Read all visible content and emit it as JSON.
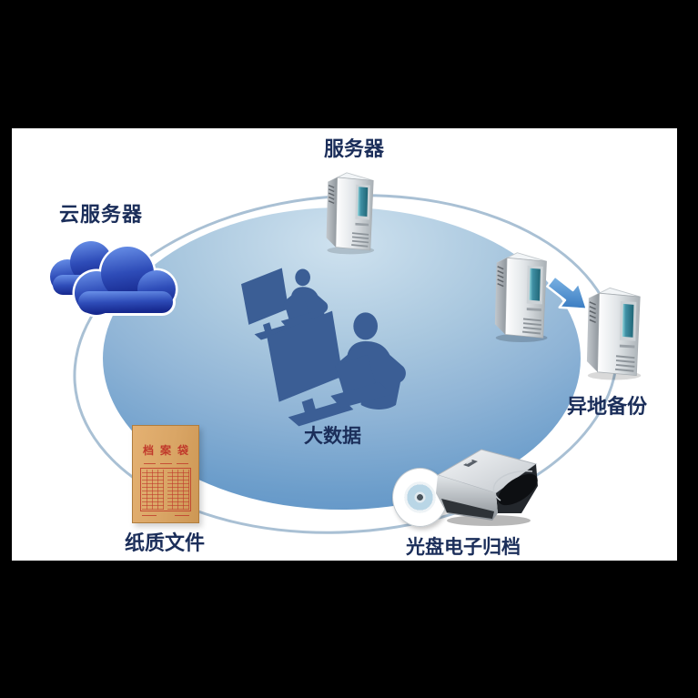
{
  "diagram": {
    "labels": {
      "top_server": "服务器",
      "cloud_server": "云服务器",
      "big_data": "大数据",
      "offsite_backup": "异地备份",
      "paper_document": "纸质文件",
      "disc_archive": "光盘电子归档"
    },
    "folder": {
      "title": "档案袋"
    },
    "colors": {
      "frame": "#000000",
      "panel": "#ffffff",
      "label_text": "#1b2e5a",
      "ellipse_top": "#cfe2ef",
      "ellipse_bottom": "#4f88c2",
      "orbit_ring": "#a9c0d4",
      "silhouette": "#3b5e95",
      "cloud_light": "#6b93ea",
      "cloud_dark": "#16288e",
      "server_screen_teal": "#3f8fa4",
      "arrow_blue": "#2f78c8",
      "folder_paper": "#d9a565",
      "folder_print_red": "#c0392b"
    }
  }
}
